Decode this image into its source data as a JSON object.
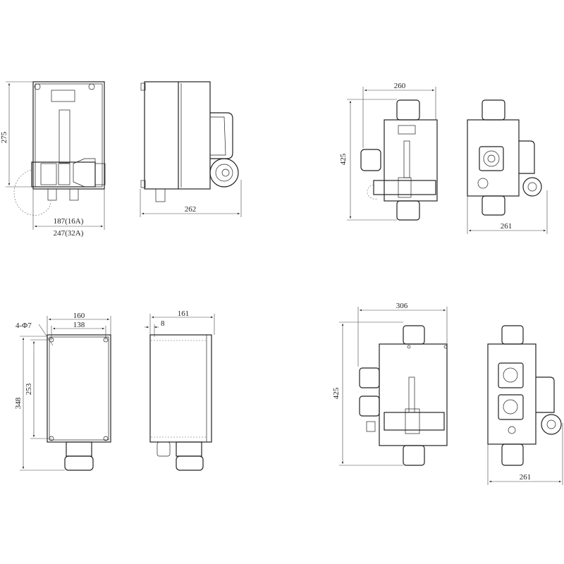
{
  "views": {
    "front_16a_32a": {
      "height": "275",
      "width_16a": "187(16A)",
      "width_32a": "247(32A)"
    },
    "side_1": {
      "depth": "262"
    },
    "front_top_right": {
      "width": "260",
      "height": "425"
    },
    "side_top_right": {
      "depth": "261"
    },
    "mounting_view": {
      "holes": "4-Φ7",
      "width": "160",
      "hole_spacing_w": "138",
      "height": "348",
      "hole_spacing_h": "253"
    },
    "side_mounting": {
      "depth": "161",
      "offset": "8"
    },
    "front_bottom_right": {
      "width": "306",
      "height": "425"
    },
    "side_bottom_right": {
      "depth": "261"
    }
  }
}
